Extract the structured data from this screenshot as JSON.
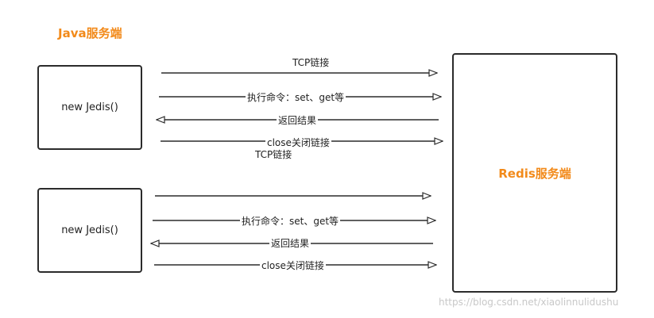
{
  "java_server_title": "Java服务端",
  "redis_server_title": "Redis服务端",
  "clients": [
    {
      "label": "new Jedis()"
    },
    {
      "label": "new Jedis()"
    }
  ],
  "flow1": {
    "connect": "TCP链接",
    "command": "执行命令：set、get等",
    "result": "返回结果",
    "close_line1": "close关闭链接",
    "close_line2": "TCP链接"
  },
  "flow2": {
    "command": "执行命令：set、get等",
    "result": "返回结果",
    "close": "close关闭链接"
  },
  "watermark": "https://blog.csdn.net/xiaolinnulidushu"
}
